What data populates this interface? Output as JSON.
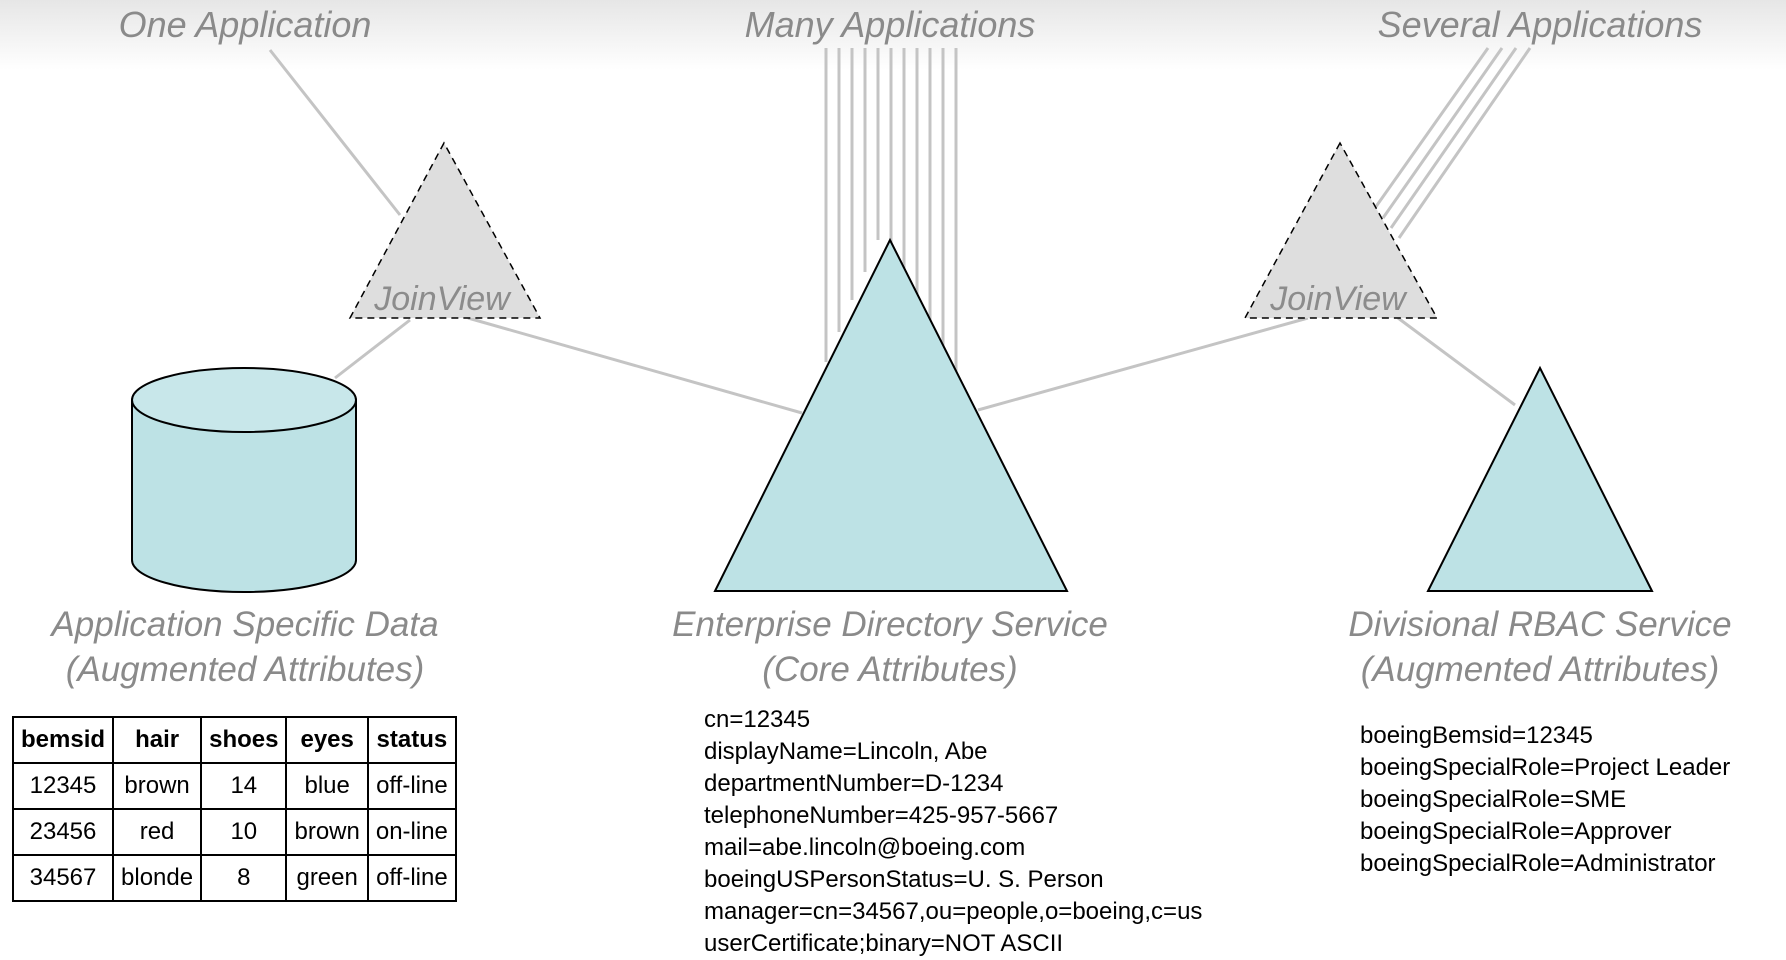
{
  "top_labels": {
    "left": "One Application",
    "center": "Many Applications",
    "right": "Several Applications"
  },
  "joinview_left": "JoinView",
  "joinview_right": "JoinView",
  "app_data": {
    "title_line1": "Application Specific Data",
    "title_line2": "(Augmented Attributes)",
    "table": {
      "headers": [
        "bemsid",
        "hair",
        "shoes",
        "eyes",
        "status"
      ],
      "rows": [
        [
          "12345",
          "brown",
          "14",
          "blue",
          "off-line"
        ],
        [
          "23456",
          "red",
          "10",
          "brown",
          "on-line"
        ],
        [
          "34567",
          "blonde",
          "8",
          "green",
          "off-line"
        ]
      ]
    }
  },
  "enterprise": {
    "title_line1": "Enterprise Directory Service",
    "title_line2": "(Core Attributes)",
    "attributes": [
      "cn=12345",
      "displayName=Lincoln, Abe",
      "departmentNumber=D-1234",
      "telephoneNumber=425-957-5667",
      "mail=abe.lincoln@boeing.com",
      "boeingUSPersonStatus=U. S. Person",
      "manager=cn=34567,ou=people,o=boeing,c=us",
      "userCertificate;binary=NOT ASCII"
    ]
  },
  "rbac": {
    "title_line1": "Divisional RBAC Service",
    "title_line2": "(Augmented Attributes)",
    "attributes": [
      "boeingBemsid=12345",
      "boeingSpecialRole=Project Leader",
      "boeingSpecialRole=SME",
      "boeingSpecialRole=Approver",
      "boeingSpecialRole=Administrator"
    ]
  },
  "colors": {
    "shape_fill": "#bde2e5",
    "joinview_fill": "#dedede",
    "connector": "#c4c4c4",
    "label": "#8a8a8a"
  }
}
